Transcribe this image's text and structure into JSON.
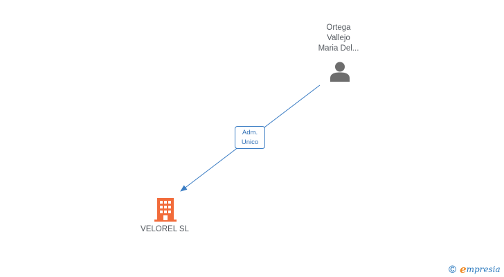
{
  "person": {
    "name_lines": [
      "Ortega",
      "Vallejo",
      "Maria Del..."
    ],
    "icon": "person-icon",
    "color": "#6d6d6d"
  },
  "relationship": {
    "label_lines": [
      "Adm.",
      "Unico"
    ],
    "color": "#3b7dc4"
  },
  "company": {
    "name": "VELOREL SL",
    "icon": "building-icon",
    "color": "#f26b3a"
  },
  "branding": {
    "copyright_symbol": "©",
    "logo_initial": "e",
    "logo_rest": "mpresia",
    "colors": {
      "primary": "#2e7bbf",
      "accent": "#f08a24"
    }
  }
}
